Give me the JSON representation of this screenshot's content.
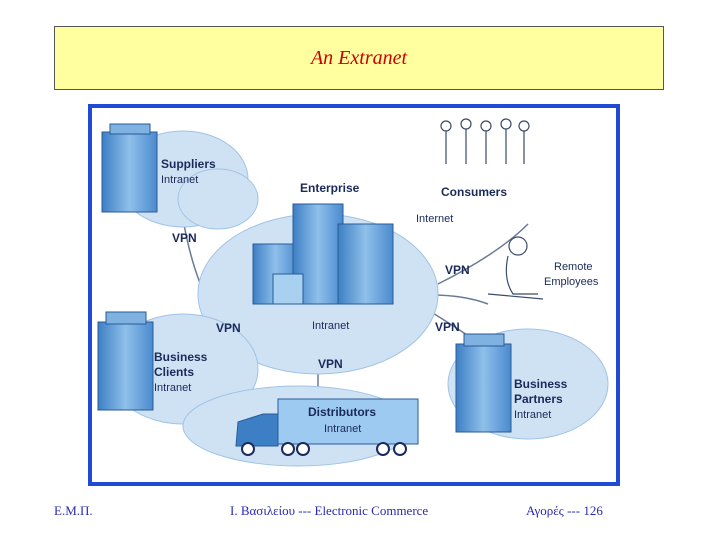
{
  "slide": {
    "title": "An Extranet"
  },
  "diagram": {
    "suppliers": {
      "name": "Suppliers",
      "sub": "Intranet"
    },
    "enterprise": "Enterprise",
    "consumers": "Consumers",
    "internet": "Internet",
    "vpn_left": "VPN",
    "vpn_right": "VPN",
    "vpn_mid_left": "VPN",
    "vpn_mid_right": "VPN",
    "vpn_bottom": "VPN",
    "remote": {
      "line1": "Remote",
      "line2": "Employees"
    },
    "enterprise_intranet": "Intranet",
    "business_clients": {
      "line1": "Business",
      "line2": "Clients",
      "sub": "Intranet"
    },
    "business_partners": {
      "line1": "Business",
      "line2": "Partners",
      "sub": "Intranet"
    },
    "distributors": {
      "name": "Distributors",
      "sub": "Intranet"
    },
    "colors": {
      "frame": "#1e4bd2",
      "cloud": "#cfe2f4",
      "building": "#6fa8dc",
      "title": "#cc0000",
      "footer": "#2a2ab0"
    }
  },
  "footer": {
    "left": "Ε.Μ.Π.",
    "center": "Ι. Βασιλείου --- Electronic Commerce",
    "right": "Αγορές --- 126"
  }
}
